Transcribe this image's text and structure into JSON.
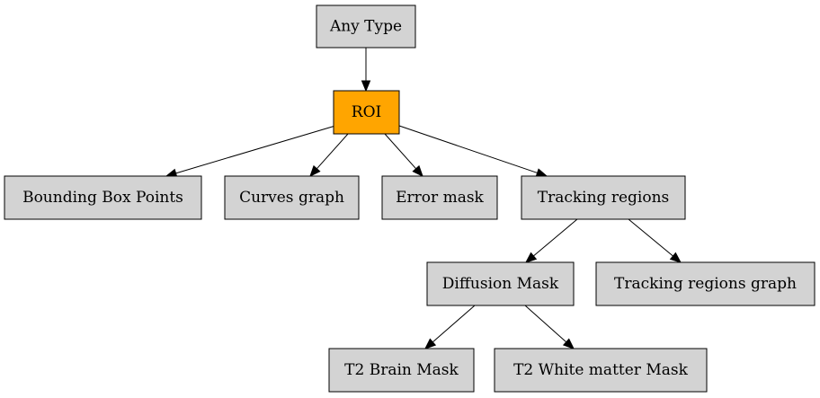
{
  "colors": {
    "default_fill": "#d3d3d3",
    "highlight_fill": "#ffa500",
    "border": "#000000",
    "edge": "#000000"
  },
  "nodes": [
    {
      "id": "any-type",
      "label": "Any Type",
      "fill": "#d3d3d3"
    },
    {
      "id": "roi",
      "label": "ROI",
      "fill": "#ffa500"
    },
    {
      "id": "bounding-box-points",
      "label": "Bounding Box Points",
      "fill": "#d3d3d3"
    },
    {
      "id": "curves-graph",
      "label": "Curves graph",
      "fill": "#d3d3d3"
    },
    {
      "id": "error-mask",
      "label": "Error mask",
      "fill": "#d3d3d3"
    },
    {
      "id": "tracking-regions",
      "label": "Tracking regions",
      "fill": "#d3d3d3"
    },
    {
      "id": "diffusion-mask",
      "label": "Diffusion Mask",
      "fill": "#d3d3d3"
    },
    {
      "id": "tracking-regions-graph",
      "label": "Tracking regions graph",
      "fill": "#d3d3d3"
    },
    {
      "id": "t2-brain-mask",
      "label": "T2 Brain Mask",
      "fill": "#d3d3d3"
    },
    {
      "id": "t2-white-matter-mask",
      "label": "T2 White matter Mask",
      "fill": "#d3d3d3"
    }
  ],
  "edges": [
    {
      "from": "any-type",
      "to": "roi"
    },
    {
      "from": "roi",
      "to": "bounding-box-points"
    },
    {
      "from": "roi",
      "to": "curves-graph"
    },
    {
      "from": "roi",
      "to": "error-mask"
    },
    {
      "from": "roi",
      "to": "tracking-regions"
    },
    {
      "from": "tracking-regions",
      "to": "diffusion-mask"
    },
    {
      "from": "tracking-regions",
      "to": "tracking-regions-graph"
    },
    {
      "from": "diffusion-mask",
      "to": "t2-brain-mask"
    },
    {
      "from": "diffusion-mask",
      "to": "t2-white-matter-mask"
    }
  ]
}
